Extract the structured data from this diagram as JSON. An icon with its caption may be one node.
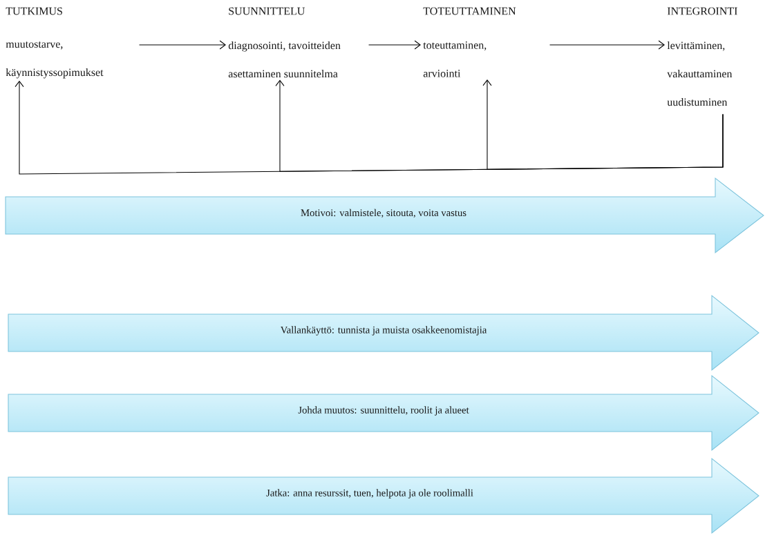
{
  "diagram": {
    "nodes": [
      {
        "text": [
          "TUTKIMUS",
          "muutostarve, käynnistyssopimukset"
        ]
      },
      {
        "text": [
          "SUUNNITTELU",
          "diagnosointi, tavoitteiden asettaminen suunnitelma"
        ]
      },
      {
        "text": [
          "TOTEUTTAMINEN",
          "toteuttaminen, arviointi"
        ]
      },
      {
        "text": [
          "INTEGROINTI",
          "levittäminen, vakauttaminen uudistuminen"
        ]
      },
      {
        "text": [
          "Motivoi: valmistele, sitouta, voita vastus"
        ]
      },
      {
        "text": [
          "Vallankäyttö: tunnista ja muista osakkeenomistajia"
        ]
      },
      {
        "text": [
          "Johda muutos: suunnittelu, roolit ja alueet"
        ]
      },
      {
        "text": [
          "Jatka: anna resurssit, tuen, helpota ja ole roolimalli"
        ]
      }
    ],
    "edges": [
      {
        "from": 0,
        "to": 1,
        "arrow": "to"
      },
      {
        "from": 1,
        "to": 2,
        "arrow": "to"
      },
      {
        "from": 2,
        "to": 3,
        "arrow": "to"
      },
      {
        "from": 3,
        "to": 0,
        "arrow": "to"
      },
      {
        "from": 3,
        "to": 1,
        "arrow": "to"
      },
      {
        "from": 3,
        "to": 2,
        "arrow": "to"
      }
    ]
  }
}
